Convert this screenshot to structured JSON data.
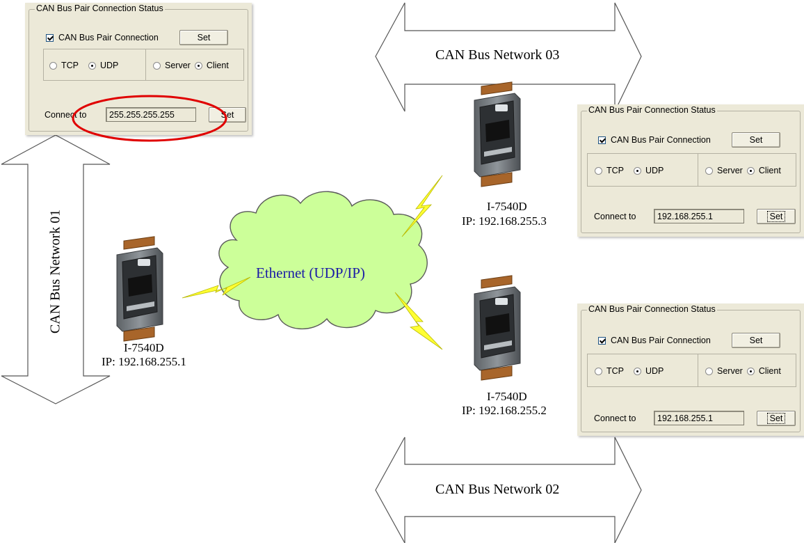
{
  "networks": {
    "net01": "CAN Bus Network 01",
    "net02": "CAN Bus Network 02",
    "net03": "CAN Bus Network 03"
  },
  "cloud_label": "Ethernet (UDP/IP)",
  "devices": [
    {
      "model": "I-7540D",
      "ip": "IP: 192.168.255.1"
    },
    {
      "model": "I-7540D",
      "ip": "IP: 192.168.255.3"
    },
    {
      "model": "I-7540D",
      "ip": "IP: 192.168.255.2"
    }
  ],
  "panels": [
    {
      "title": "CAN Bus Pair Connection Status",
      "checkbox_label": "CAN Bus Pair Connection",
      "set_label": "Set",
      "tcp": "TCP",
      "udp": "UDP",
      "server": "Server",
      "client": "Client",
      "connect_label": "Connect to",
      "address": "255.255.255.255",
      "set2_label": "Set"
    },
    {
      "title": "CAN Bus Pair Connection Status",
      "checkbox_label": "CAN Bus Pair Connection",
      "set_label": "Set",
      "tcp": "TCP",
      "udp": "UDP",
      "server": "Server",
      "client": "Client",
      "connect_label": "Connect to",
      "address": "192.168.255.1",
      "set2_label": "Set"
    },
    {
      "title": "CAN Bus Pair Connection Status",
      "checkbox_label": "CAN Bus Pair Connection",
      "set_label": "Set",
      "tcp": "TCP",
      "udp": "UDP",
      "server": "Server",
      "client": "Client",
      "connect_label": "Connect to",
      "address": "192.168.255.1",
      "set2_label": "Set"
    }
  ],
  "colors": {
    "cloud_fill": "#ccff99",
    "lightning": "#ffff33",
    "highlight_ring": "#e00000",
    "cloud_text": "#1a1aa6"
  }
}
